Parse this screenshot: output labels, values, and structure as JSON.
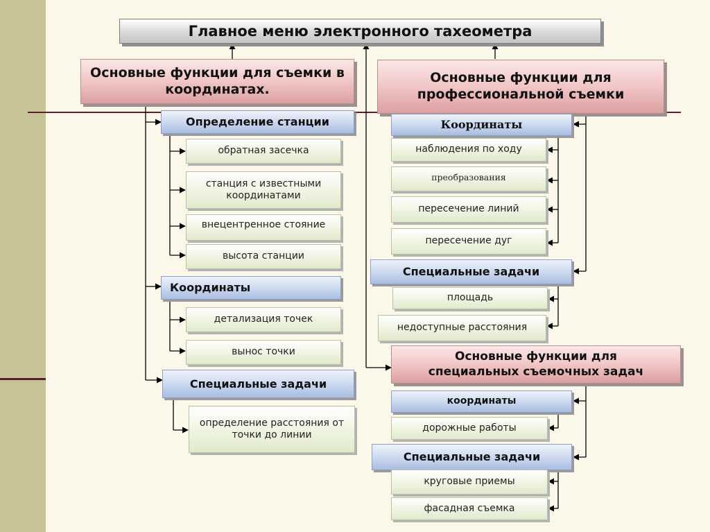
{
  "title": "Главное меню электронного тахеометра",
  "left": {
    "header": "Основные функции для съемки в координатах.",
    "groups": [
      {
        "label": "Определение станции",
        "items": [
          "обратная засечка",
          "станция с известными координатами",
          "внецентренное стояние",
          "высота станции"
        ]
      },
      {
        "label": "Координаты",
        "items": [
          "детализация точек",
          "вынос точки"
        ]
      },
      {
        "label": "Специальные задачи",
        "items": [
          "определение расстояния от точки до линии"
        ]
      }
    ]
  },
  "right": {
    "header": "Основные функции для профессиональной съемки",
    "groups": [
      {
        "label": "Координаты",
        "items": [
          "наблюдения по ходу",
          "преобразования",
          "пересечение линий",
          "пересечение дуг"
        ]
      },
      {
        "label": "Специальные задачи",
        "items": [
          "площадь",
          "недоступные расстояния"
        ]
      }
    ]
  },
  "special": {
    "header": "Основные функции для специальных съемочных задач",
    "groups": [
      {
        "label": "координаты",
        "items": [
          "дорожные работы"
        ]
      },
      {
        "label": "Специальные задачи",
        "items": [
          "круговые приемы",
          "фасадная съемка"
        ]
      }
    ]
  },
  "colors": {
    "sidebar": "#c8c397",
    "rule": "#5a1f2e",
    "background": "#fbf8ea"
  }
}
